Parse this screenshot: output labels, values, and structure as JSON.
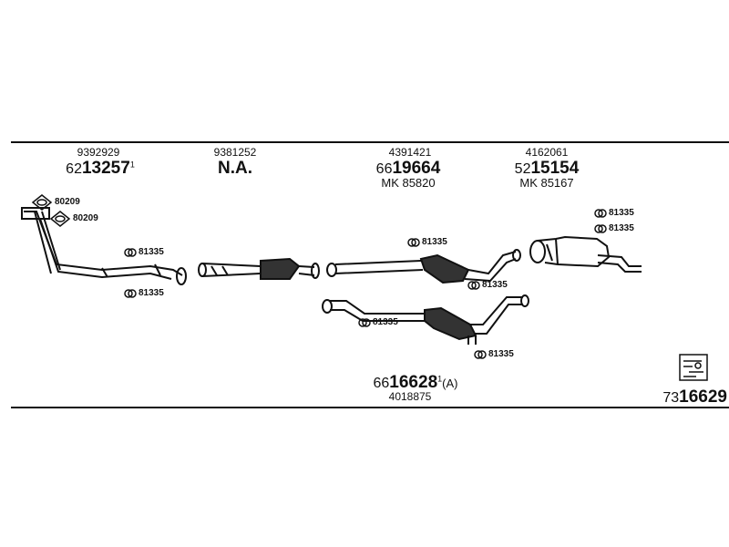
{
  "parts": {
    "p1": {
      "top": "9392929",
      "prefix": "62",
      "main": "13257",
      "suffix": "1"
    },
    "p2": {
      "top": "9381252",
      "main": "N.A."
    },
    "p3": {
      "top": "4391421",
      "prefix": "66",
      "main": "19664",
      "mk": "MK 85820"
    },
    "p4": {
      "top": "4162061",
      "prefix": "52",
      "main": "15154",
      "mk": "MK 85167"
    },
    "p5": {
      "prefix": "66",
      "main": "16628",
      "suffix": "1",
      "tail": "(A)",
      "bottom": "4018875"
    },
    "kit": {
      "prefix": "73",
      "main": "16629"
    }
  },
  "fittings": {
    "gasket_a": "80209",
    "gasket_b": "80209",
    "clamp": "81335"
  },
  "colors": {
    "line": "#111111",
    "background": "#ffffff"
  }
}
